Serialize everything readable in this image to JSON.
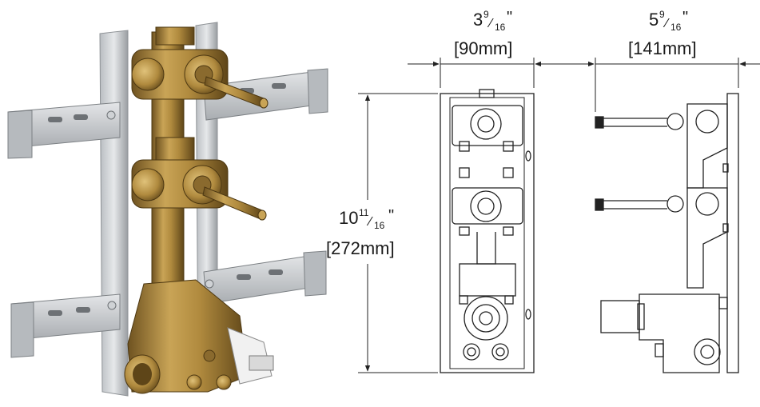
{
  "dimensions": {
    "width_front": {
      "whole": "3",
      "num": "9",
      "den": "16",
      "unit": "\"",
      "metric": "[90mm]"
    },
    "depth_side": {
      "whole": "5",
      "num": "9",
      "den": "16",
      "unit": "\"",
      "metric": "[141mm]"
    },
    "height": {
      "whole": "10",
      "num": "11",
      "den": "16",
      "unit": "\"",
      "metric": "[272mm]"
    }
  },
  "colors": {
    "brass": "#b08a3e",
    "brass_dark": "#6e5220",
    "brass_light": "#d8b76a",
    "bracket": "#c9ccd0",
    "bracket_dark": "#8e9296",
    "line": "#222222"
  }
}
